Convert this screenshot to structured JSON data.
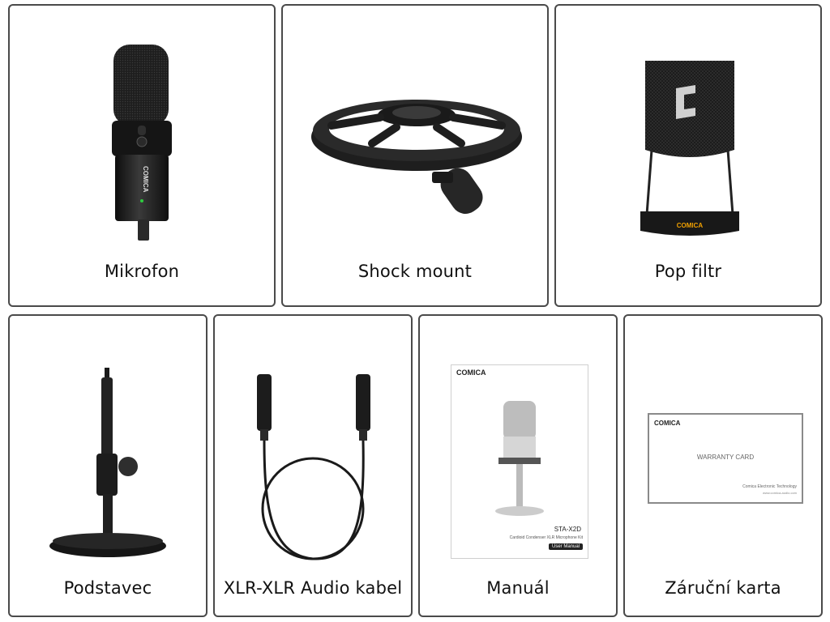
{
  "items": [
    {
      "label": "Mikrofon",
      "brand": "COMICA"
    },
    {
      "label": "Shock mount"
    },
    {
      "label": "Pop filtr",
      "brand": "COMICA"
    },
    {
      "label": "Podstavec"
    },
    {
      "label": "XLR-XLR Audio kabel"
    },
    {
      "label": "Manuál",
      "brand": "COMICA",
      "model": "STA-X2D",
      "subtitle": "Cardioid Condenser XLR Microphone Kit",
      "badge": "User Manual"
    },
    {
      "label": "Záruční karta",
      "brand": "COMICA",
      "title": "WARRANTY CARD",
      "company": "Comica Electronic Technology",
      "website": "www.comica-audio.com"
    }
  ],
  "colors": {
    "border": "#4a4a4a",
    "product": "#1c1c1c",
    "led": "#2ecc40",
    "accent": "#f0a000"
  }
}
